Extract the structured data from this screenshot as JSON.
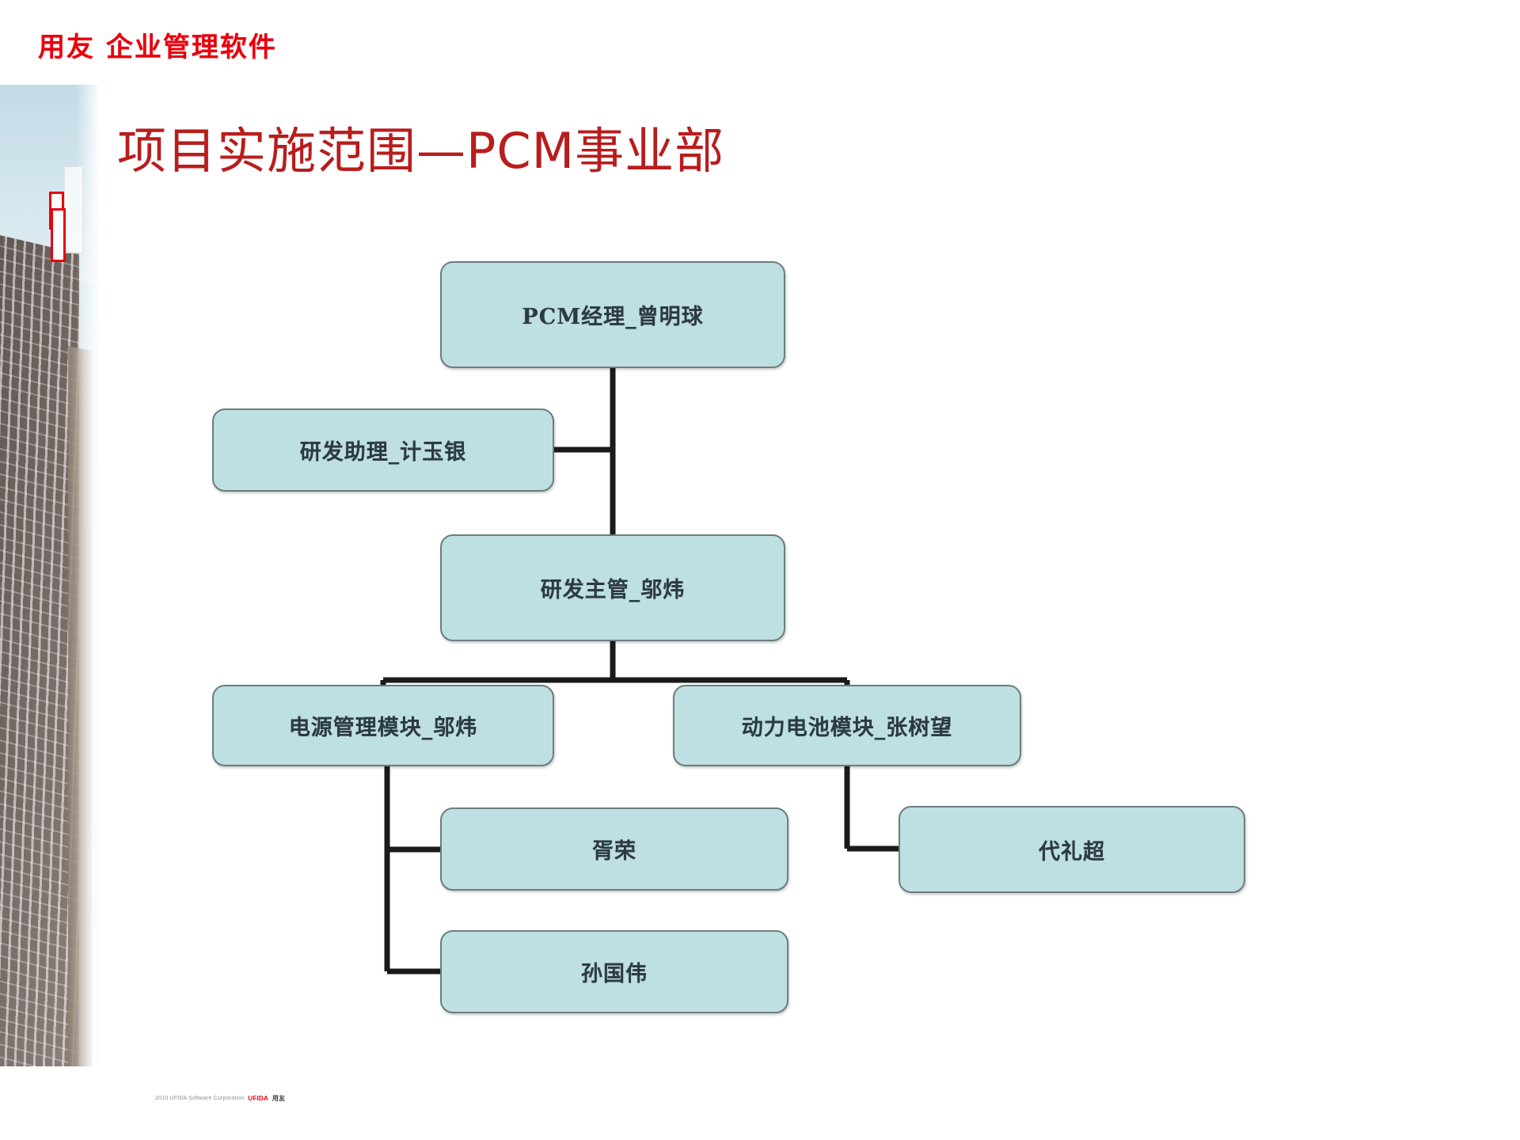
{
  "brand": {
    "logo_text": "用友 企业管理软件",
    "color": "#e8000d"
  },
  "slide": {
    "title": "项目实施范围—PCM事业部",
    "title_color": "#b81d1d",
    "background": "#ffffff"
  },
  "decoration": {
    "left_photo_strip": "building-photo-strip",
    "accent_rect_color": "#e8000d"
  },
  "footer": {
    "copyright": "2010 UFIDA Software Corporation",
    "mark": "UFIDA",
    "mark_cn": "用友"
  },
  "org_chart": {
    "node_fill": "#bfe0e2",
    "node_border": "#6d7d7d",
    "connector_color": "#1a1a1a",
    "nodes": [
      {
        "id": "manager",
        "label": "PCM经理_曾明球",
        "level": 0
      },
      {
        "id": "assistant",
        "label": "研发助理_计玉银",
        "level": 1
      },
      {
        "id": "rd_lead",
        "label": "研发主管_邬炜",
        "level": 1
      },
      {
        "id": "power",
        "label": "电源管理模块_邬炜",
        "level": 2
      },
      {
        "id": "battery",
        "label": "动力电池模块_张树望",
        "level": 2
      },
      {
        "id": "xurong",
        "label": "胥荣",
        "level": 3
      },
      {
        "id": "dailichao",
        "label": "代礼超",
        "level": 3
      },
      {
        "id": "sunguowei",
        "label": "孙国伟",
        "level": 3
      }
    ],
    "edges": [
      {
        "from": "manager",
        "to": "assistant"
      },
      {
        "from": "manager",
        "to": "rd_lead"
      },
      {
        "from": "rd_lead",
        "to": "power"
      },
      {
        "from": "rd_lead",
        "to": "battery"
      },
      {
        "from": "power",
        "to": "xurong"
      },
      {
        "from": "power",
        "to": "sunguowei"
      },
      {
        "from": "battery",
        "to": "dailichao"
      }
    ]
  }
}
